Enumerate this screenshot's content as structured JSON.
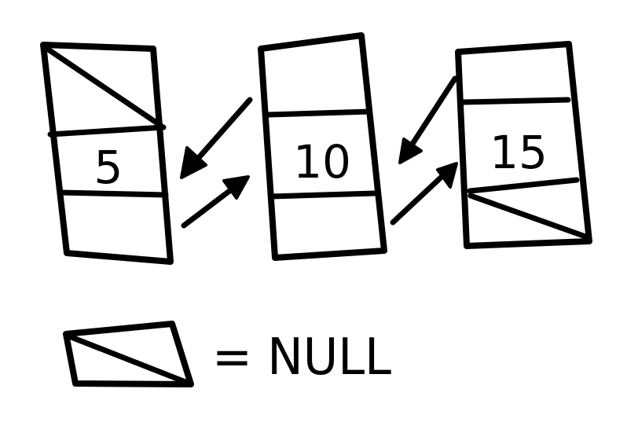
{
  "nodes": [
    {
      "value": "5",
      "prev": "null",
      "next": "node-10"
    },
    {
      "value": "10",
      "prev": "node-5",
      "next": "node-15"
    },
    {
      "value": "15",
      "prev": "node-10",
      "next": "null"
    }
  ],
  "legend": {
    "symbol_meaning": "= NULL"
  },
  "colors": {
    "ink": "#000000",
    "background": "#ffffff"
  }
}
